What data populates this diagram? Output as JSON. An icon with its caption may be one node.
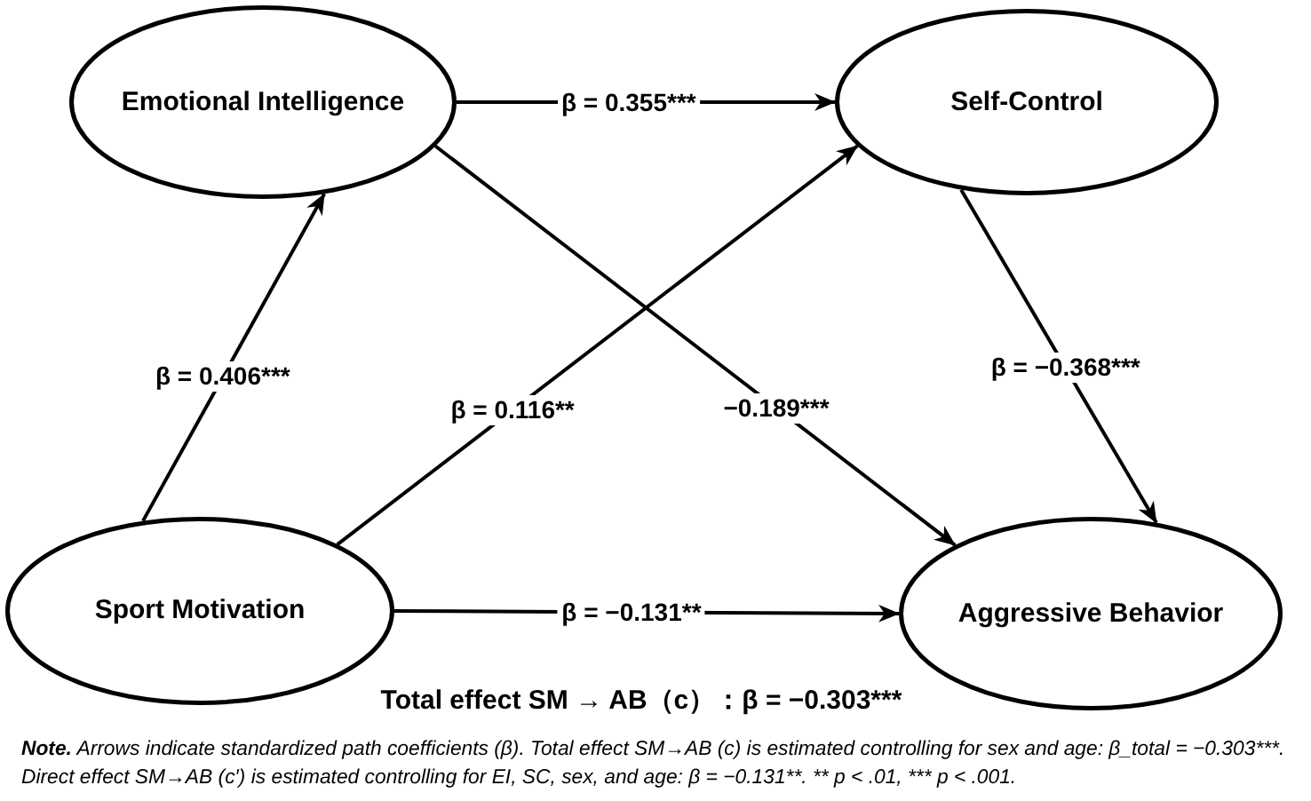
{
  "diagram": {
    "nodes": [
      {
        "text": [
          "Emotional Intelligence"
        ]
      },
      {
        "text": [
          "Self-Control"
        ]
      },
      {
        "text": [
          "Sport Motivation"
        ]
      },
      {
        "text": [
          "Aggressive Behavior"
        ]
      }
    ],
    "edges": [
      {
        "from": 0,
        "to": 1,
        "arrow": "to",
        "label": "β = 0.355***"
      },
      {
        "from": 2,
        "to": 0,
        "arrow": "to",
        "label": "β = 0.406***"
      },
      {
        "from": 2,
        "to": 1,
        "arrow": "to",
        "label": "β = 0.116**"
      },
      {
        "from": 0,
        "to": 3,
        "arrow": "to",
        "label": "−0.189***"
      },
      {
        "from": 1,
        "to": 3,
        "arrow": "to",
        "label": "β = −0.368***"
      },
      {
        "from": 2,
        "to": 3,
        "arrow": "to",
        "label": "β = −0.131**"
      }
    ],
    "labels": [
      "Total effect SM → AB（c）：β = −0.303***",
      "Note.",
      "Arrows indicate standardized path coefficients (β). Total effect SM→AB (c) is estimated controlling for sex and age: β_total = −0.303***. Direct effect SM→AB (c′) is estimated controlling for EI, SC, sex, and age: β = −0.131**. ** p < .01, *** p < .001."
    ]
  }
}
